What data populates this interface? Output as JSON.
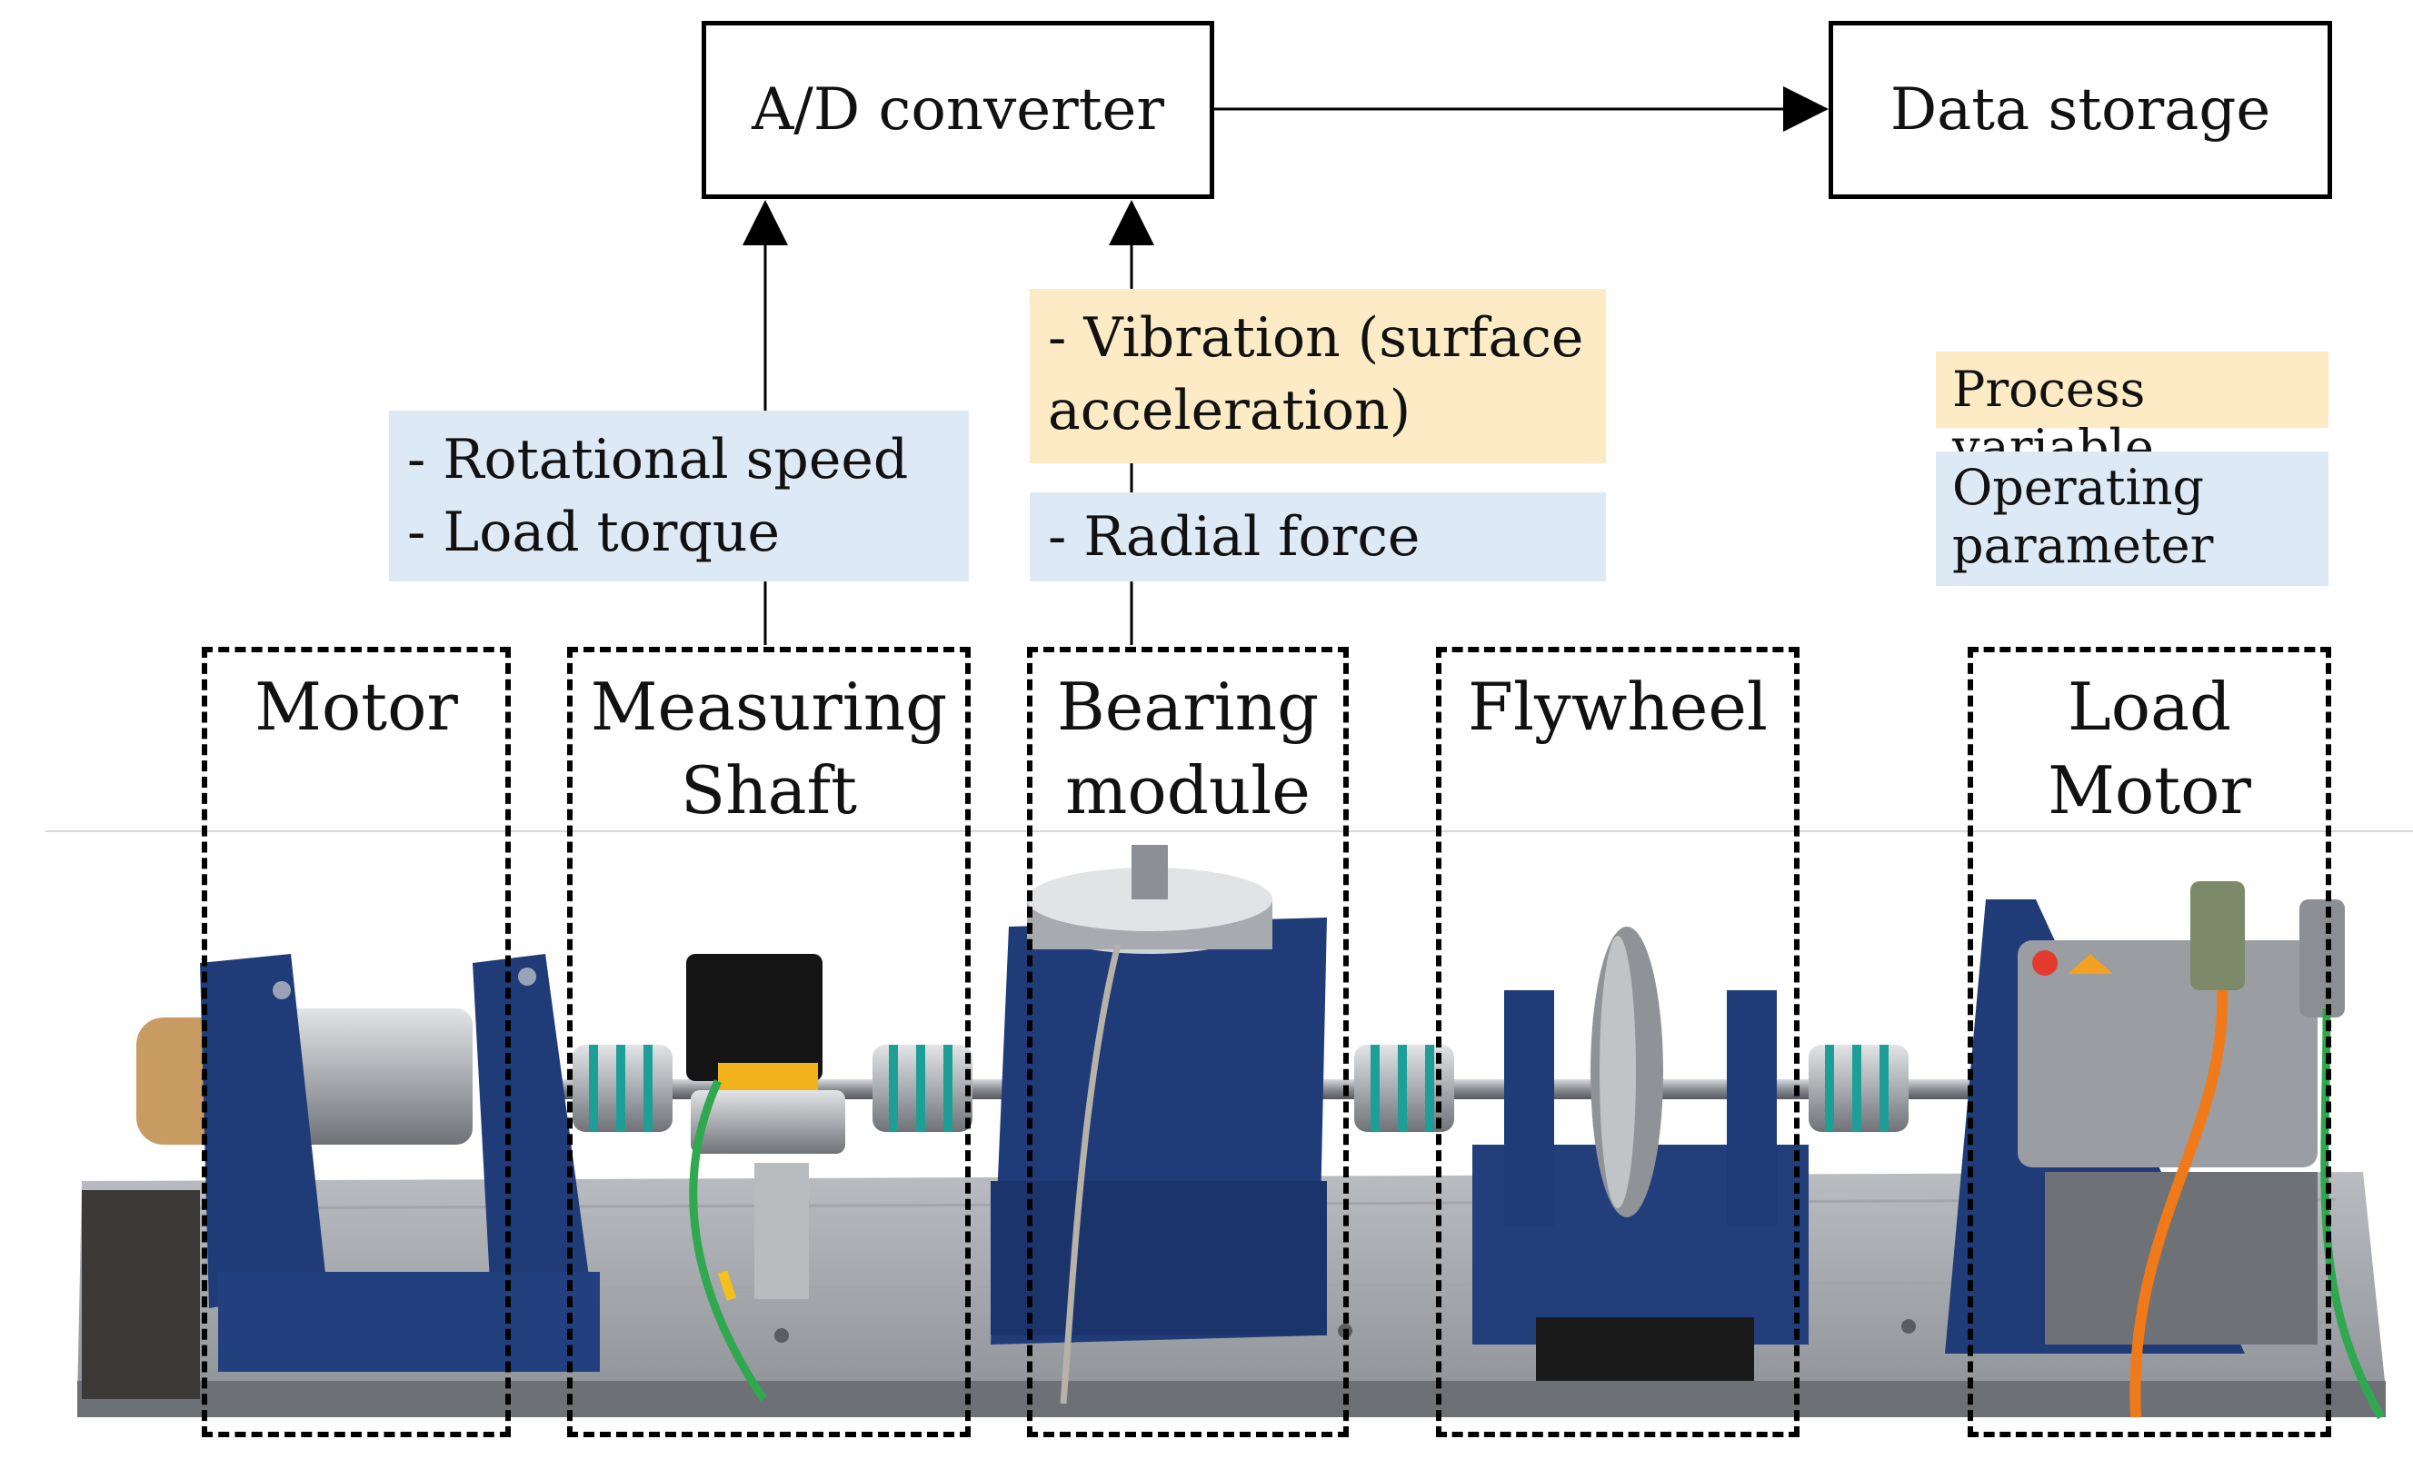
{
  "boxes": {
    "ad_converter": "A/D converter",
    "data_storage": "Data storage"
  },
  "signals": {
    "shaft_lines": [
      "- Rotational speed",
      "- Load torque"
    ],
    "vibration_lines": [
      "- Vibration (surface",
      "acceleration)"
    ],
    "radial_force": "- Radial force"
  },
  "legend": {
    "process_variable": "Process variable",
    "operating_parameter_lines": [
      "Operating",
      "parameter"
    ]
  },
  "components": {
    "motor": [
      "Motor"
    ],
    "measuring_shaft": [
      "Measuring",
      "Shaft"
    ],
    "bearing_module": [
      "Bearing",
      "module"
    ],
    "flywheel": [
      "Flywheel"
    ],
    "load_motor": [
      "Load",
      "Motor"
    ]
  },
  "colors": {
    "process_variable_fill": "#fcebc5",
    "operating_parameter_fill": "#ddeaf6",
    "machine_blue": "#1f3b78",
    "cable_green": "#2fa84f",
    "cable_orange": "#f07a1a"
  }
}
